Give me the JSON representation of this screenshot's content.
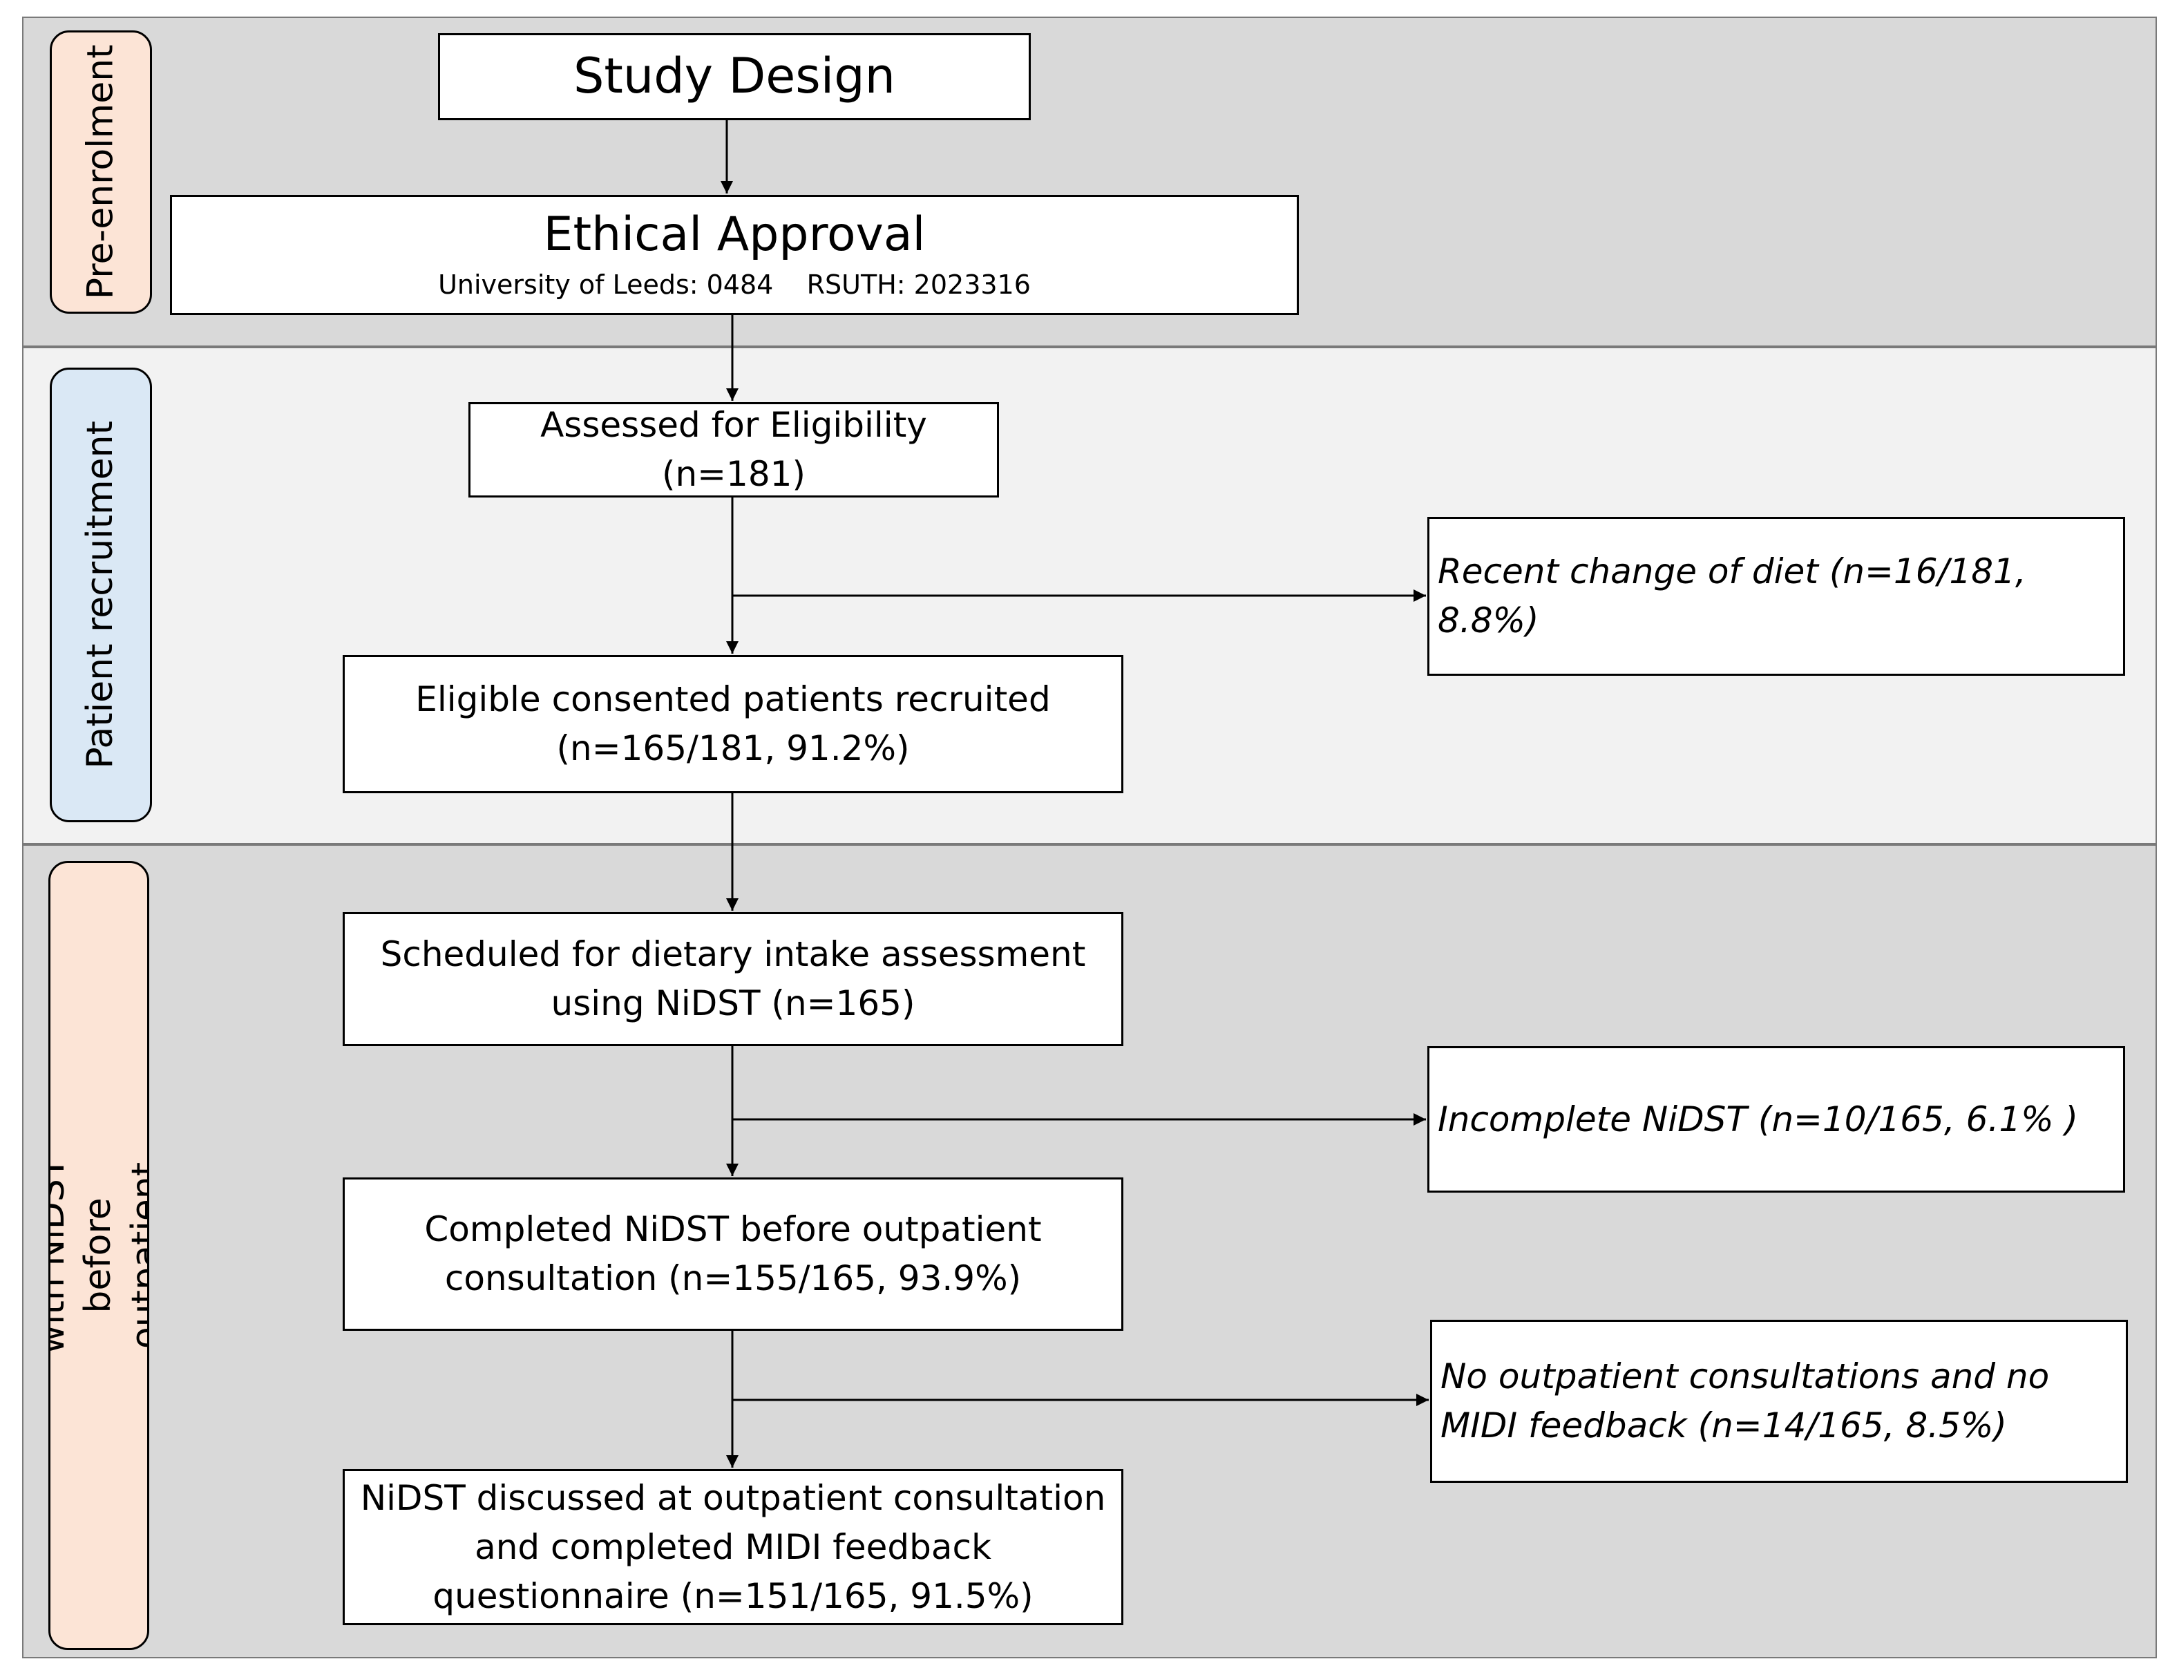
{
  "phases": {
    "pre_enrolment": "Pre-enrolment",
    "patient_recruitment": "Patient recruitment",
    "provided": "Provided with NiDST before outpatient consultation"
  },
  "boxes": {
    "study_design": "Study Design",
    "ethical_approval": {
      "title": "Ethical Approval",
      "detail": "University of Leeds: 0484    RSUTH: 2023316"
    },
    "assessed": "Assessed for Eligibility (n=181)",
    "recruited": "Eligible consented patients recruited (n=165/181, 91.2%)",
    "scheduled": "Scheduled for dietary intake assessment using NiDST (n=165)",
    "completed": "Completed NiDST before outpatient consultation (n=155/165, 93.9%)",
    "discussed": "NiDST discussed at outpatient consultation and completed MIDI feedback questionnaire (n=151/165, 91.5%)"
  },
  "exclusions": {
    "diet_change": "Recent change of diet (n=16/181, 8.8%)",
    "incomplete": "Incomplete NiDST (n=10/165, 6.1% )",
    "no_consultation": "No outpatient consultations and no MIDI feedback (n=14/165, 8.5%)"
  }
}
